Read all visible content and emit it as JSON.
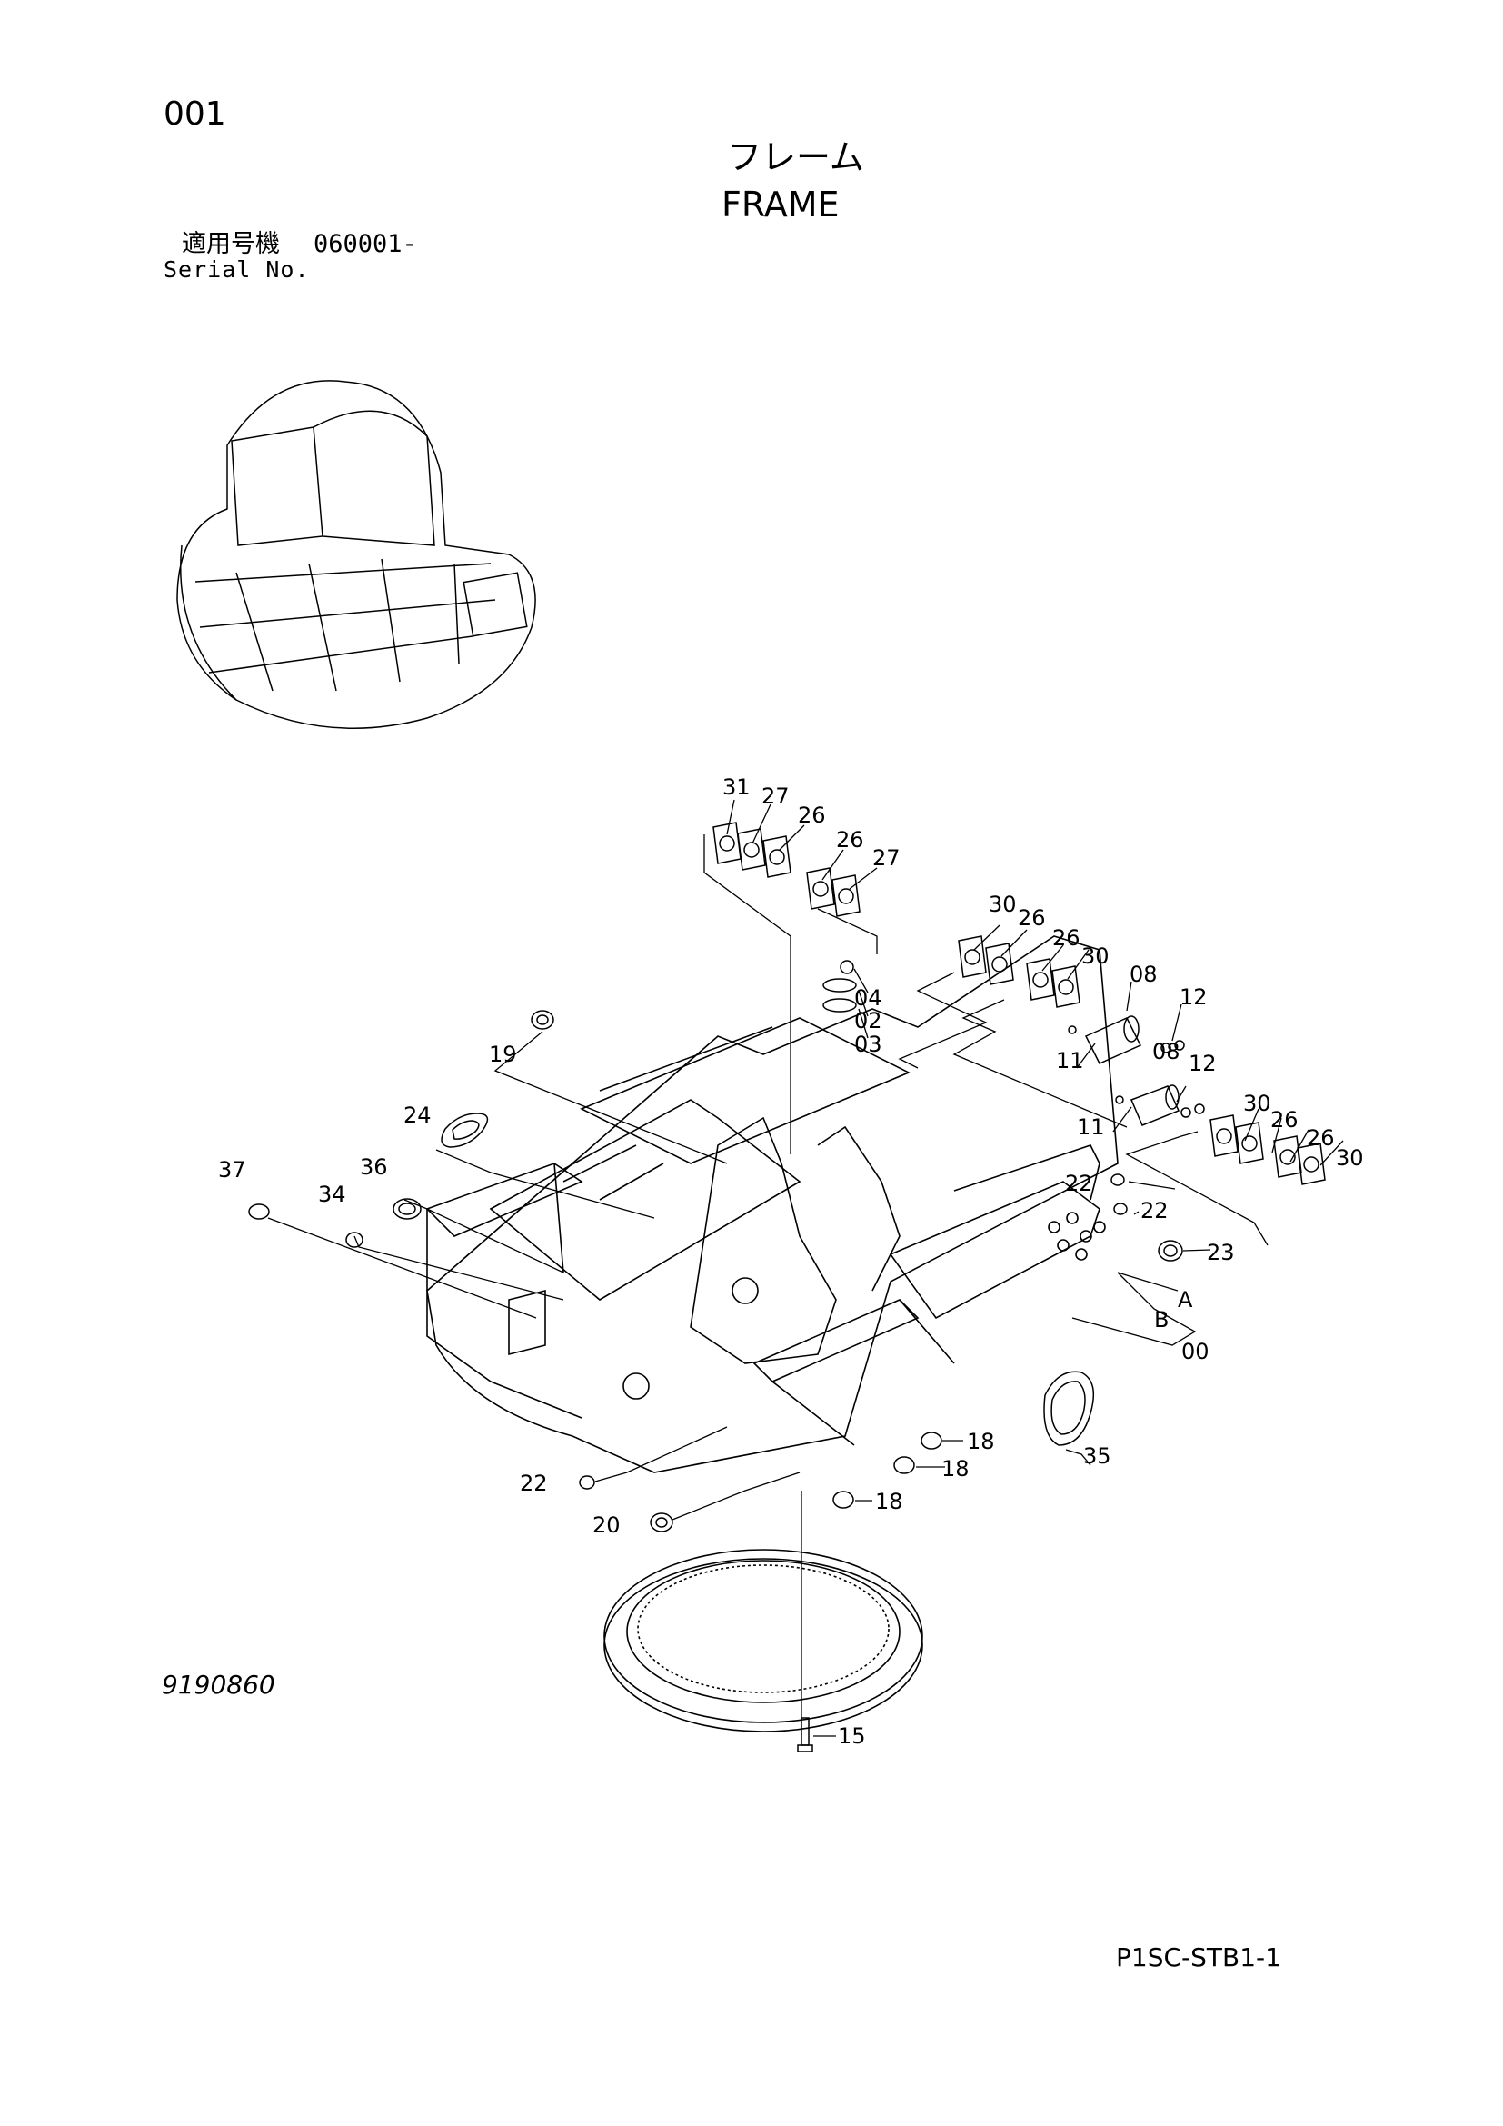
{
  "page_number": "001",
  "title_jp": "フレーム",
  "title_en": "FRAME",
  "serial_label_jp": "適用号機",
  "serial_value": "060001-",
  "serial_label_en": "Serial No.",
  "drawing_number": "9190860",
  "footer_code": "P1SC-STB1-1",
  "callouts": [
    "31",
    "27",
    "26",
    "26",
    "27",
    "30",
    "26",
    "26",
    "30",
    "08",
    "12",
    "04",
    "02",
    "03",
    "11",
    "08",
    "12",
    "11",
    "19",
    "30",
    "26",
    "26",
    "30",
    "24",
    "22",
    "37",
    "36",
    "22",
    "34",
    "23",
    "A",
    "B",
    "00",
    "18",
    "35",
    "18",
    "22",
    "18",
    "20",
    "15"
  ]
}
